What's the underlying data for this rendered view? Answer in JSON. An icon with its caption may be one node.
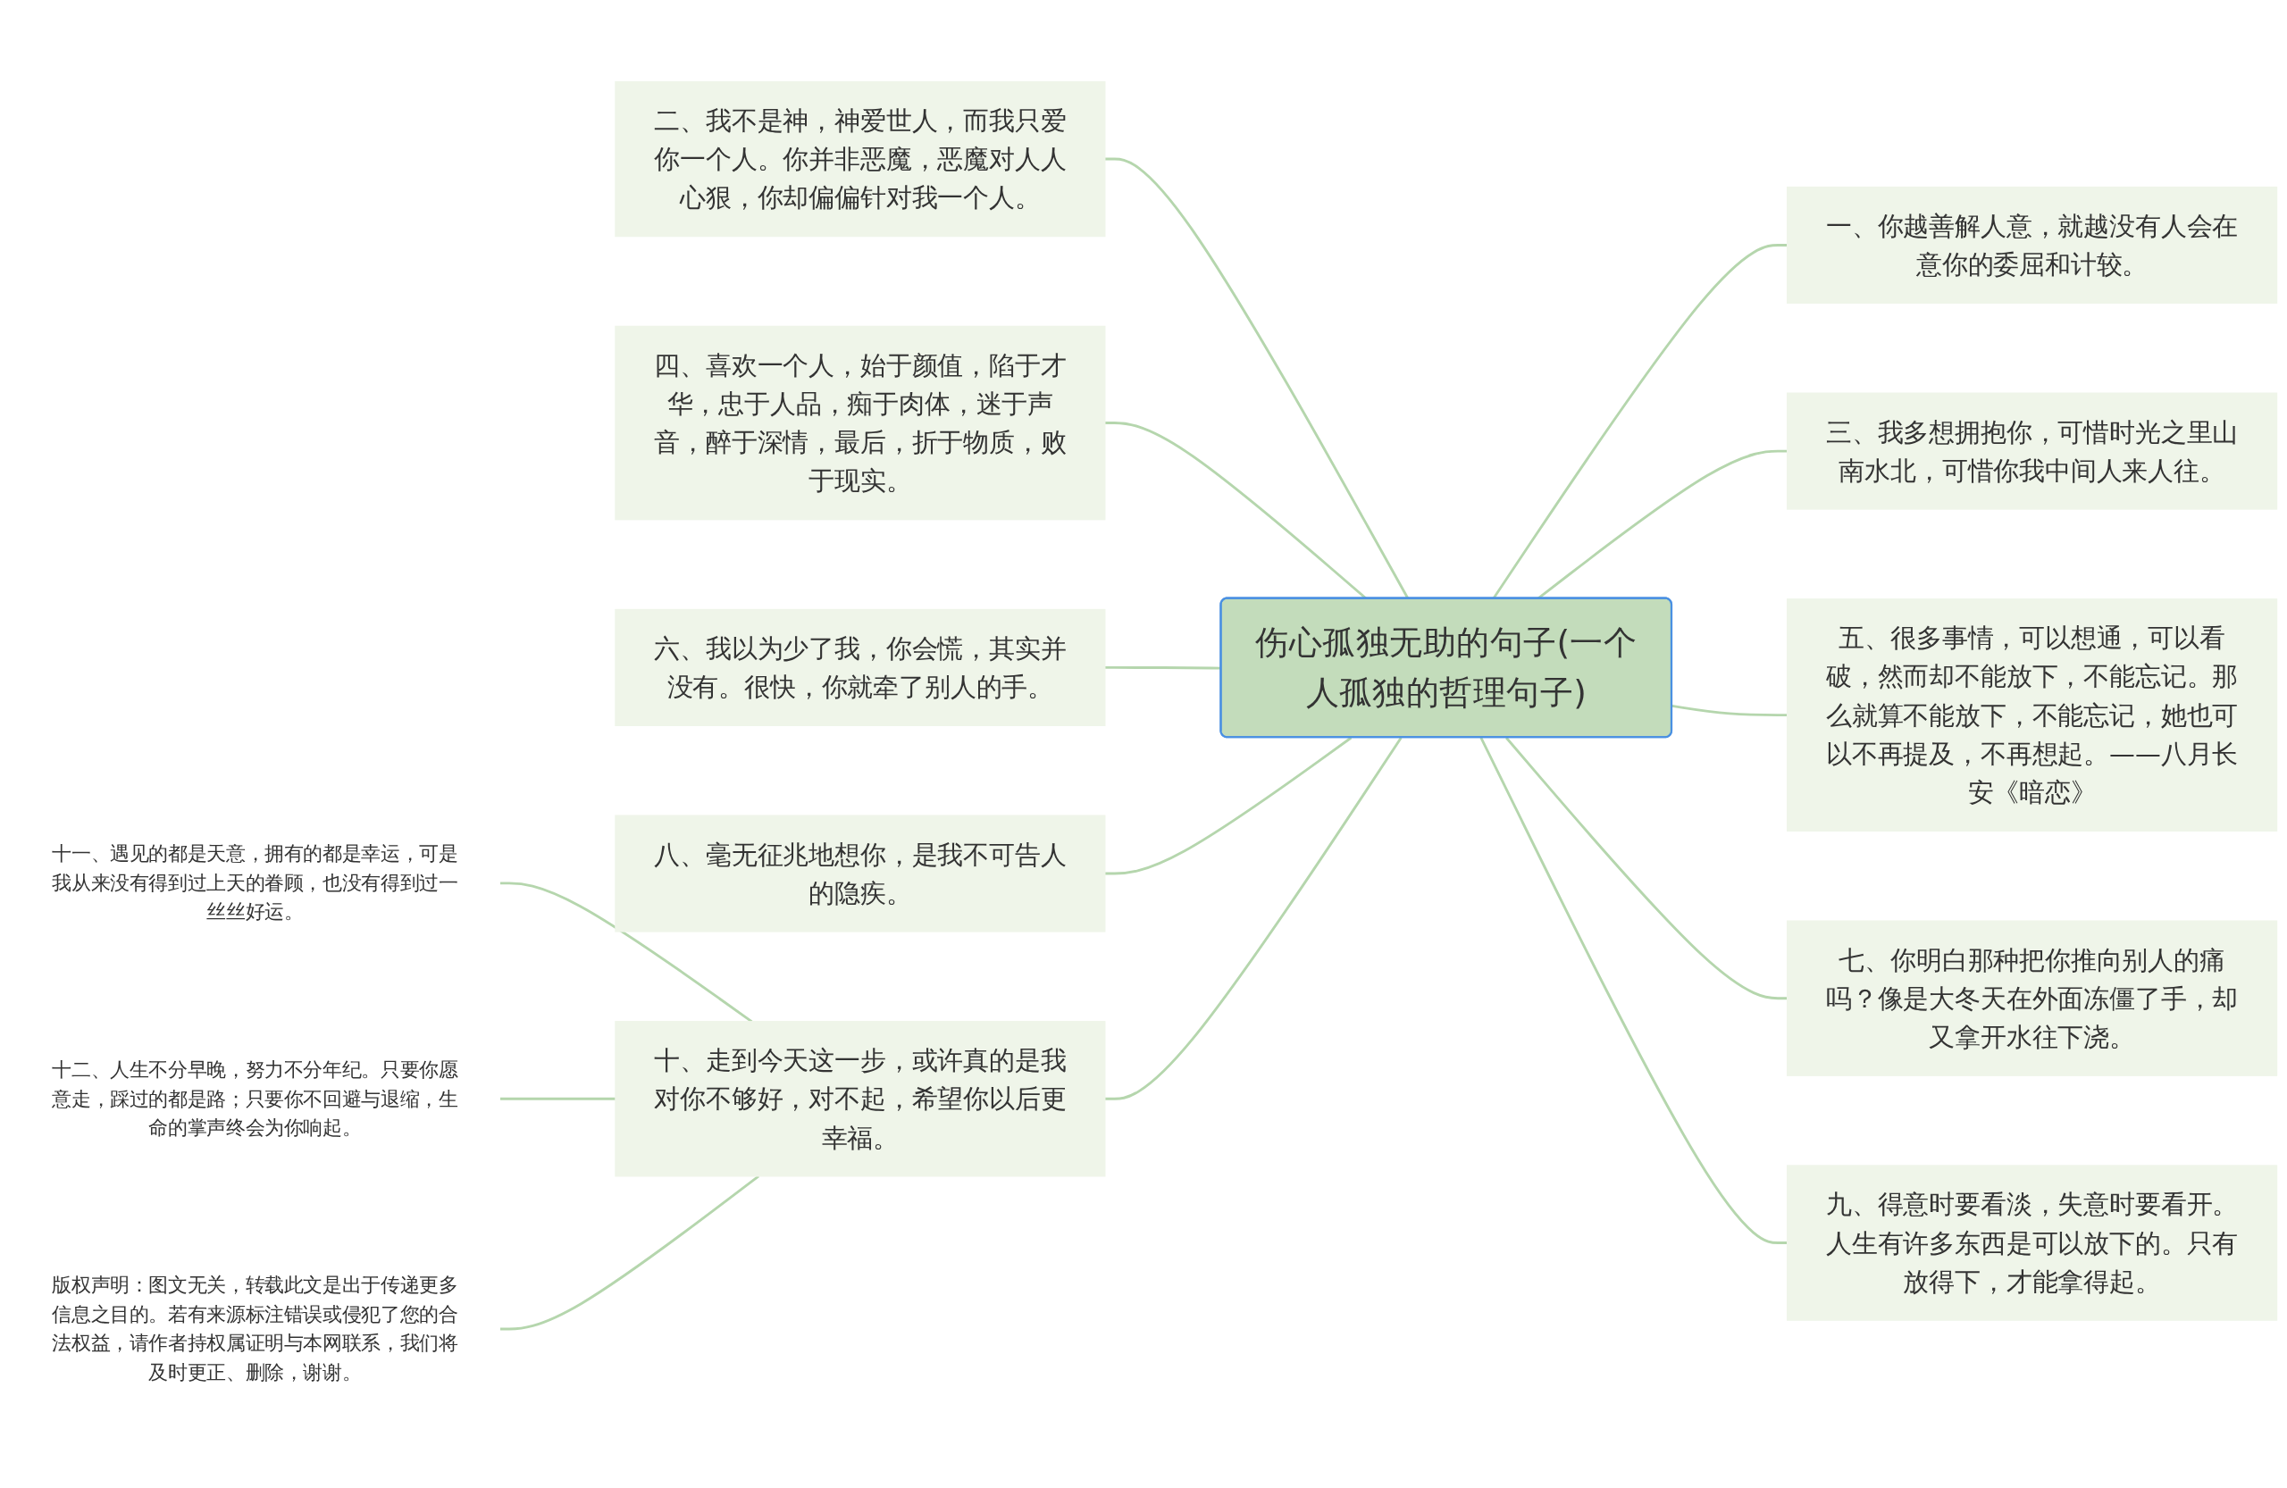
{
  "diagram": {
    "nodes": [
      {
        "text": [
          "伤心孤独无助的句子(一个人孤独的哲理句子)"
        ]
      },
      {
        "text": [
          "一、你越善解人意，就越没有人会在意你的委屈和计较。"
        ]
      },
      {
        "text": [
          "三、我多想拥抱你，可惜时光之里山南水北，可惜你我中间人来人往。"
        ]
      },
      {
        "text": [
          "五、很多事情，可以想通，可以看破，然而却不能放下，不能忘记。那么就算不能放下，不能忘记，她也可以不再提及，不再想起。——八月长安《暗恋》"
        ]
      },
      {
        "text": [
          "七、你明白那种把你推向别人的痛吗？像是大冬天在外面冻僵了手，却又拿开水往下浇。"
        ]
      },
      {
        "text": [
          "九、得意时要看淡，失意时要看开。人生有许多东西是可以放下的。只有放得下，才能拿得起。"
        ]
      },
      {
        "text": [
          "二、我不是神，神爱世人，而我只爱你一个人。你并非恶魔，恶魔对人人心狠，你却偏偏针对我一个人。"
        ]
      },
      {
        "text": [
          "四、喜欢一个人，始于颜值，陷于才华，忠于人品，痴于肉体，迷于声音，醉于深情，最后，折于物质，败于现实。"
        ]
      },
      {
        "text": [
          "六、我以为少了我，你会慌，其实并没有。很快，你就牵了别人的手。"
        ]
      },
      {
        "text": [
          "八、毫无征兆地想你，是我不可告人的隐疾。"
        ]
      },
      {
        "text": [
          "十、走到今天这一步，或许真的是我对你不够好，对不起，希望你以后更幸福。"
        ]
      },
      {
        "text": [
          "十一、遇见的都是天意，拥有的都是幸运，可是我从来没有得到过上天的眷顾，也没有得到过一丝丝好运。"
        ]
      },
      {
        "text": [
          "十二、人生不分早晚，努力不分年纪。只要你愿意走，踩过的都是路；只要你不回避与退缩，生命的掌声终会为你响起。"
        ]
      },
      {
        "text": [
          "版权声明：图文无关，转载此文是出于传递更多信息之目的。若有来源标注错误或侵犯了您的合法权益，请作者持权属证明与本网联系，我们将及时更正、删除，谢谢。"
        ]
      }
    ],
    "edges": [
      {
        "from": 0,
        "to": 1,
        "arrow": "none"
      },
      {
        "from": 0,
        "to": 2,
        "arrow": "none"
      },
      {
        "from": 0,
        "to": 3,
        "arrow": "none"
      },
      {
        "from": 0,
        "to": 4,
        "arrow": "none"
      },
      {
        "from": 0,
        "to": 5,
        "arrow": "none"
      },
      {
        "from": 6,
        "to": 0,
        "arrow": "none"
      },
      {
        "from": 7,
        "to": 0,
        "arrow": "none"
      },
      {
        "from": 8,
        "to": 0,
        "arrow": "none"
      },
      {
        "from": 9,
        "to": 0,
        "arrow": "none"
      },
      {
        "from": 10,
        "to": 0,
        "arrow": "none"
      },
      {
        "from": 11,
        "to": 10,
        "arrow": "none"
      },
      {
        "from": 12,
        "to": 10,
        "arrow": "none"
      },
      {
        "from": 13,
        "to": 10,
        "arrow": "none"
      }
    ]
  }
}
